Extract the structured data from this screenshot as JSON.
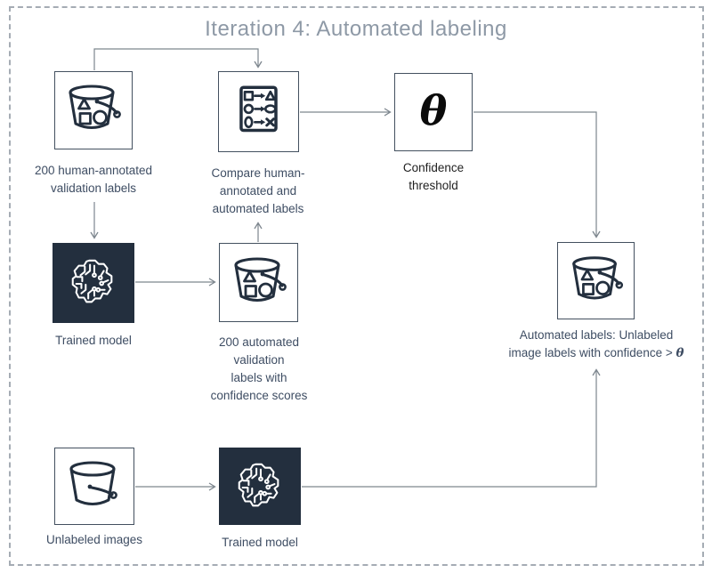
{
  "title": "Iteration 4: Automated labeling",
  "colors": {
    "ink": "#232f3e",
    "label_text": "#3e4d63",
    "title_text": "#8e99a6",
    "connector": "#7d868e",
    "frame_dash": "#a5acb4"
  },
  "icons": {
    "bucket_shapes": "s3-bucket-with-label-shapes-icon",
    "bucket_empty": "s3-bucket-empty-icon",
    "compare": "compare-labels-icon",
    "model": "ml-brain-circuit-icon",
    "threshold_symbol": "θ"
  },
  "nodes": {
    "human_bucket": {
      "label": "200 human-annotated\nvalidation labels"
    },
    "compare": {
      "label": "Compare human-\nannotated and\nautomated labels"
    },
    "threshold": {
      "symbol": "θ",
      "label": "Confidence\nthreshold"
    },
    "trained_model_top": {
      "label": "Trained model"
    },
    "auto_bucket": {
      "label": "200 automated\nvalidation\nlabels with\nconfidence scores"
    },
    "output_bucket": {
      "label_line1": "Automated labels: Unlabeled",
      "label_line2": "image labels with confidence > ",
      "theta": "θ"
    },
    "unlabeled_bucket": {
      "label": "Unlabeled images"
    },
    "trained_model_bottom": {
      "label": "Trained model"
    }
  }
}
